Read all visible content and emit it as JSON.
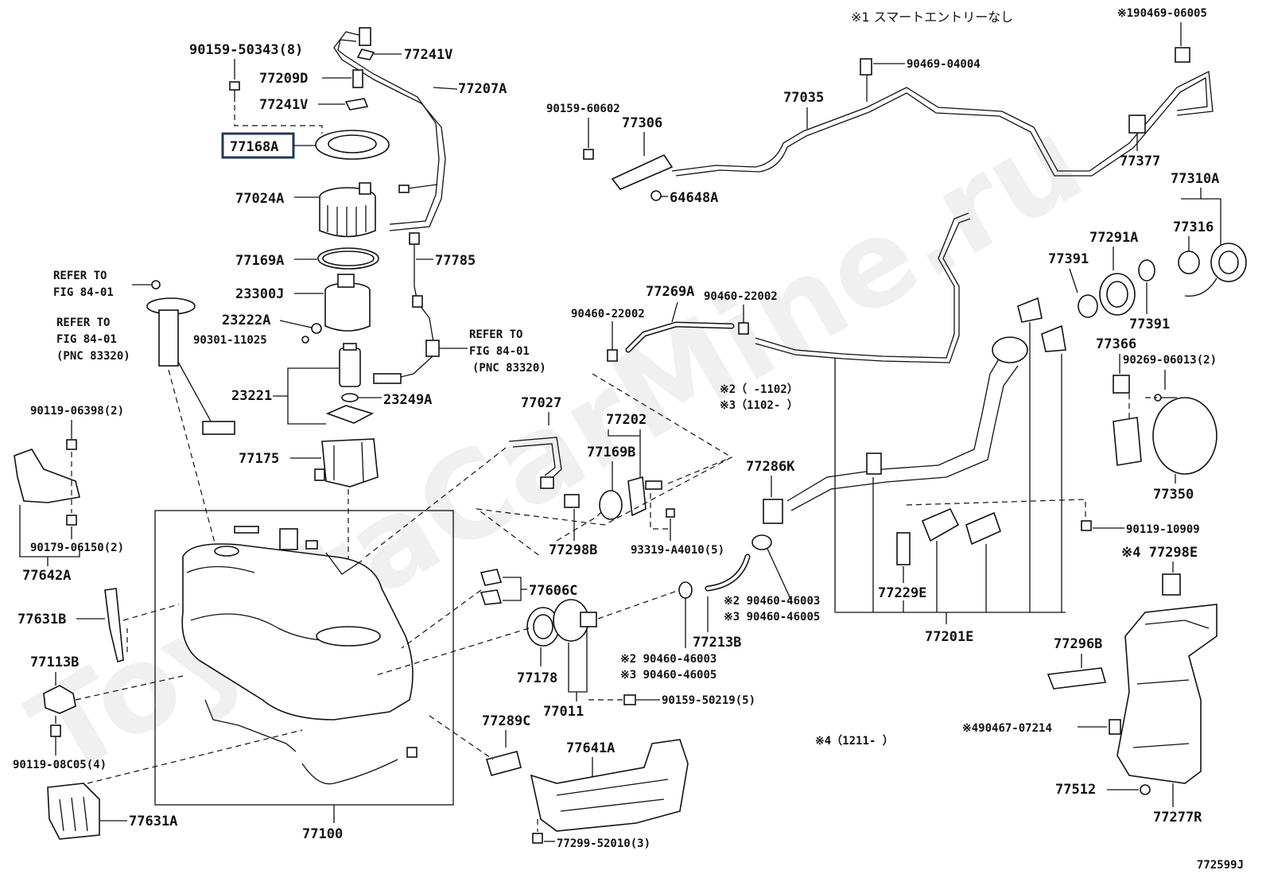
{
  "header": {
    "note1": "※1 スマートエントリーなし",
    "note2": "※2（   -1102）",
    "note3": "※3（1102-   ）",
    "note4": "※4（1211-   ）"
  },
  "watermark": "ToyotaCarMine.ru",
  "figure_id": "772599J",
  "highlight_part": "77168A",
  "labels": {
    "p90159_50343": "90159-50343(8)",
    "p77241V_a": "77241V",
    "p77209D": "77209D",
    "p77207A": "77207A",
    "p77241V_b": "77241V",
    "p77168A": "77168A",
    "p77024A": "77024A",
    "p77169A": "77169A",
    "p77785": "77785",
    "p23300J": "23300J",
    "p23222A": "23222A",
    "p90301_11025": "90301-11025",
    "p23221": "23221",
    "p23249A": "23249A",
    "p77175": "77175",
    "refer1a": "REFER TO",
    "refer1b": "FIG 84-01",
    "refer2a": "REFER TO",
    "refer2b": "FIG 84-01",
    "refer2c": "(PNC 83320)",
    "refer3a": "REFER TO",
    "refer3b": "FIG 84-01",
    "refer3c": "(PNC 83320)",
    "p90119_06398": "90119-06398(2)",
    "p90179_06150": "90179-06150(2)",
    "p77642A": "77642A",
    "p77631B": "77631B",
    "p77113B": "77113B",
    "p90119_08C05": "90119-08C05(4)",
    "p77631A": "77631A",
    "p77100": "77100",
    "p77027": "77027",
    "p77202": "77202",
    "p77169B": "77169B",
    "p77298B": "77298B",
    "p93319": "93319-A4010(5)",
    "p77606C": "77606C",
    "p77178": "77178",
    "p77011": "77011",
    "p90159_50219": "90159-50219(5)",
    "p77289C": "77289C",
    "p77641A": "77641A",
    "p77299": "77299-52010(3)",
    "p90159_60602": "90159-60602",
    "p77306": "77306",
    "p64648A": "64648A",
    "p77035": "77035",
    "p90469_04004": "90469-04004",
    "p90469_06005": "※190469-06005",
    "p77377": "77377",
    "p77310A": "77310A",
    "p77316": "77316",
    "p77291A": "77291A",
    "p77391a": "77391",
    "p77391b": "77391",
    "p77366": "77366",
    "p90269": "90269-06013(2)",
    "p77350": "77350",
    "p90460_22002a": "90460-22002",
    "p77269A": "77269A",
    "p90460_22002b": "90460-22002",
    "p77286K": "77286K",
    "p77229E": "77229E",
    "p77201E": "77201E",
    "p90119_10909": "90119-10909",
    "p77298E": "※4 77298E",
    "p90460_46003a": "※2 90460-46003",
    "p90460_46005a": "※3 90460-46005",
    "p77213B": "77213B",
    "p90460_46003b": "※2 90460-46003",
    "p90460_46005b": "※3 90460-46005",
    "p77296B": "77296B",
    "p90467": "※490467-07214",
    "p77512": "77512",
    "p77277R": "77277R"
  }
}
